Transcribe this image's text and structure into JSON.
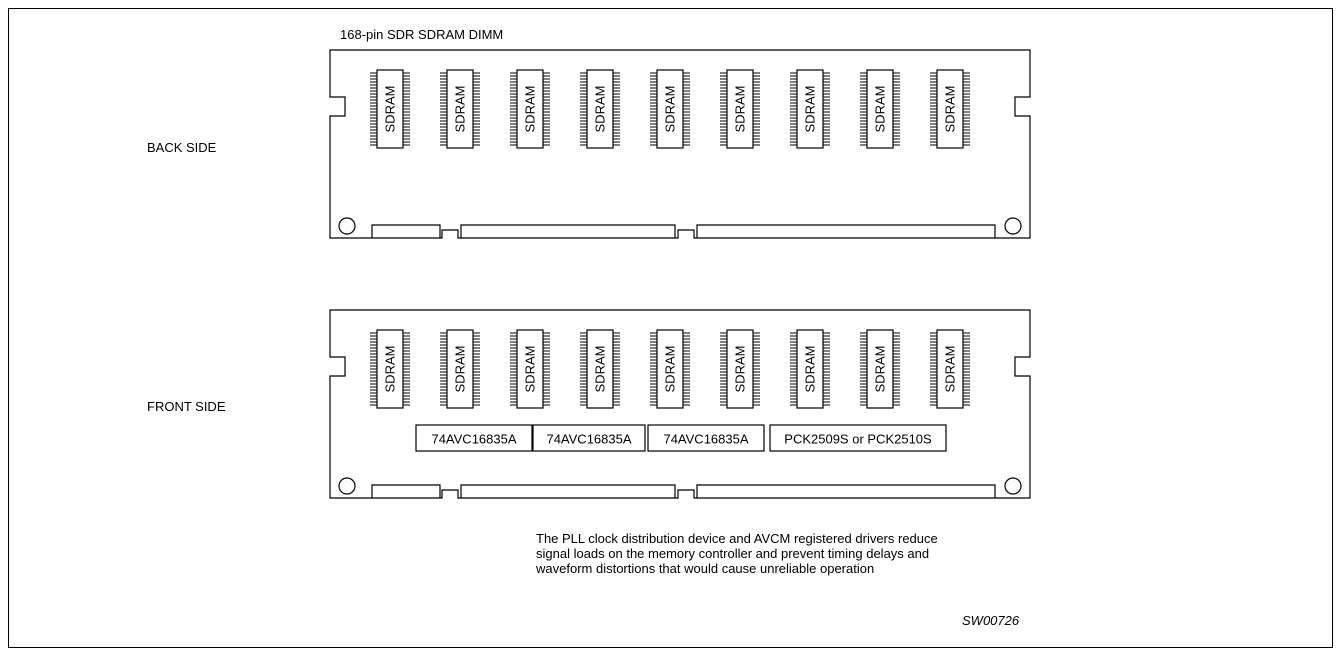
{
  "title": "168-pin SDR SDRAM DIMM",
  "modules": [
    {
      "side_label": "BACK SIDE",
      "chips": [
        "SDRAM",
        "SDRAM",
        "SDRAM",
        "SDRAM",
        "SDRAM",
        "SDRAM",
        "SDRAM",
        "SDRAM",
        "SDRAM"
      ],
      "components": []
    },
    {
      "side_label": "FRONT SIDE",
      "chips": [
        "SDRAM",
        "SDRAM",
        "SDRAM",
        "SDRAM",
        "SDRAM",
        "SDRAM",
        "SDRAM",
        "SDRAM",
        "SDRAM"
      ],
      "components": [
        "74AVC16835A",
        "74AVC16835A",
        "74AVC16835A",
        "PCK2509S or PCK2510S"
      ]
    }
  ],
  "note_lines": [
    "The PLL clock distribution device and AVCM registered drivers reduce",
    "signal loads on the memory controller and prevent timing delays and",
    "waveform distortions that would cause unreliable operation"
  ],
  "figure_id": "SW00726"
}
